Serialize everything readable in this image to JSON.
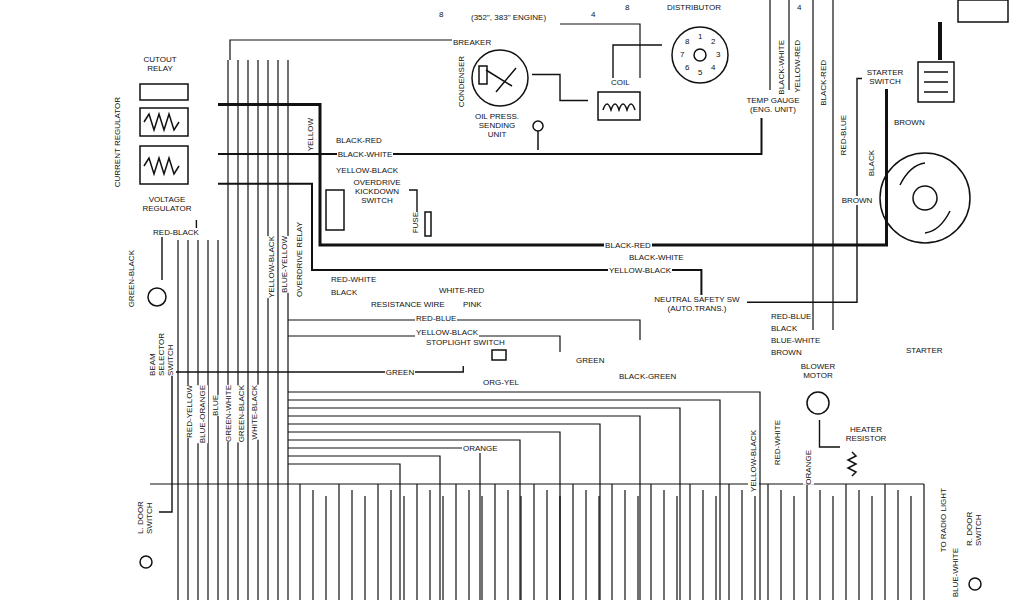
{
  "diagram": {
    "nodes": [
      {
        "text": [
          "CUTOUT RELAY",
          "CURRENT REGULATOR",
          "VOLTAGE REGULATOR"
        ]
      },
      {
        "text": [
          "DISTRIBUTOR"
        ]
      },
      {
        "text": [
          "BREAKER",
          "CONDENSER"
        ]
      },
      {
        "text": [
          "COIL"
        ]
      },
      {
        "text": [
          "OIL PRESS. SENDING UNIT"
        ]
      },
      {
        "text": [
          "TEMP GAUGE (ENG. UNIT)"
        ]
      },
      {
        "text": [
          "STARTER SWITCH"
        ]
      },
      {
        "text": [
          "OVERDRIVE KICKDOWN SWITCH"
        ]
      },
      {
        "text": [
          "FUSE"
        ]
      },
      {
        "text": [
          "BEAM SELECTOR SWITCH"
        ]
      },
      {
        "text": [
          "NEUTRAL SAFETY SW (AUTO.TRANS.)"
        ]
      },
      {
        "text": [
          "STOPLIGHT SWITCH"
        ]
      },
      {
        "text": [
          "BLOWER MOTOR"
        ]
      },
      {
        "text": [
          "HEATER RESISTOR"
        ]
      },
      {
        "text": [
          "L. DOOR SWITCH"
        ]
      },
      {
        "text": [
          "R. DOOR SWITCH"
        ]
      }
    ],
    "edges": [
      {
        "from": 0,
        "to": 6,
        "label": "BLACK-RED",
        "arrow": "none"
      },
      {
        "from": 0,
        "to": 10,
        "label": "YELLOW-BLACK",
        "arrow": "none"
      },
      {
        "from": 2,
        "to": 3,
        "arrow": "none"
      },
      {
        "from": 3,
        "to": 1,
        "arrow": "none"
      },
      {
        "from": 6,
        "to": 10,
        "label": "BROWN",
        "arrow": "none"
      },
      {
        "from": 9,
        "to": 0,
        "label": "RED-BLACK",
        "arrow": "none"
      },
      {
        "from": 7,
        "to": 8,
        "arrow": "none"
      },
      {
        "from": 12,
        "to": 13,
        "arrow": "none"
      },
      {
        "from": 5,
        "to": 0,
        "label": "BLACK-WHITE",
        "arrow": "none"
      },
      {
        "from": 11,
        "to": 14,
        "label": "GREEN",
        "arrow": "none"
      }
    ],
    "labels": [
      "(352\", 383\" ENGINE)",
      "8",
      "4",
      "8",
      "4",
      "1",
      "2",
      "3",
      "4",
      "5",
      "6",
      "7",
      "8",
      "YELLOW",
      "BLACK-RED",
      "YELLOW-BLACK",
      "YELLOW-BLACK",
      "BLUE-YELLOW",
      "OVERDRIVE RELAY",
      "RED-WHITE",
      "BLACK",
      "WHITE-RED",
      "RESISTANCE WIRE",
      "PINK",
      "RED-BLUE",
      "YELLOW-BLACK",
      "GREEN-BLACK",
      "ORG-YEL",
      "GREEN",
      "BLACK-GREEN",
      "ORANGE",
      "BLACK-WHITE",
      "RED-BLUE",
      "BLACK",
      "BLUE-WHITE",
      "BROWN",
      "STARTER",
      "BLACK-WHITE",
      "YELLOW-RED",
      "BLACK-RED",
      "RED-BLUE",
      "BLACK",
      "BROWN",
      "YELLOW-BLACK",
      "RED-WHITE",
      "ORANGE",
      "TO RADIO LIGHT",
      "BLUE-WHITE",
      "RED-YELLOW",
      "BLUE-ORANGE",
      "BLUE",
      "GREEN-WHITE",
      "GREEN-BLACK",
      "WHITE-BLACK"
    ]
  }
}
